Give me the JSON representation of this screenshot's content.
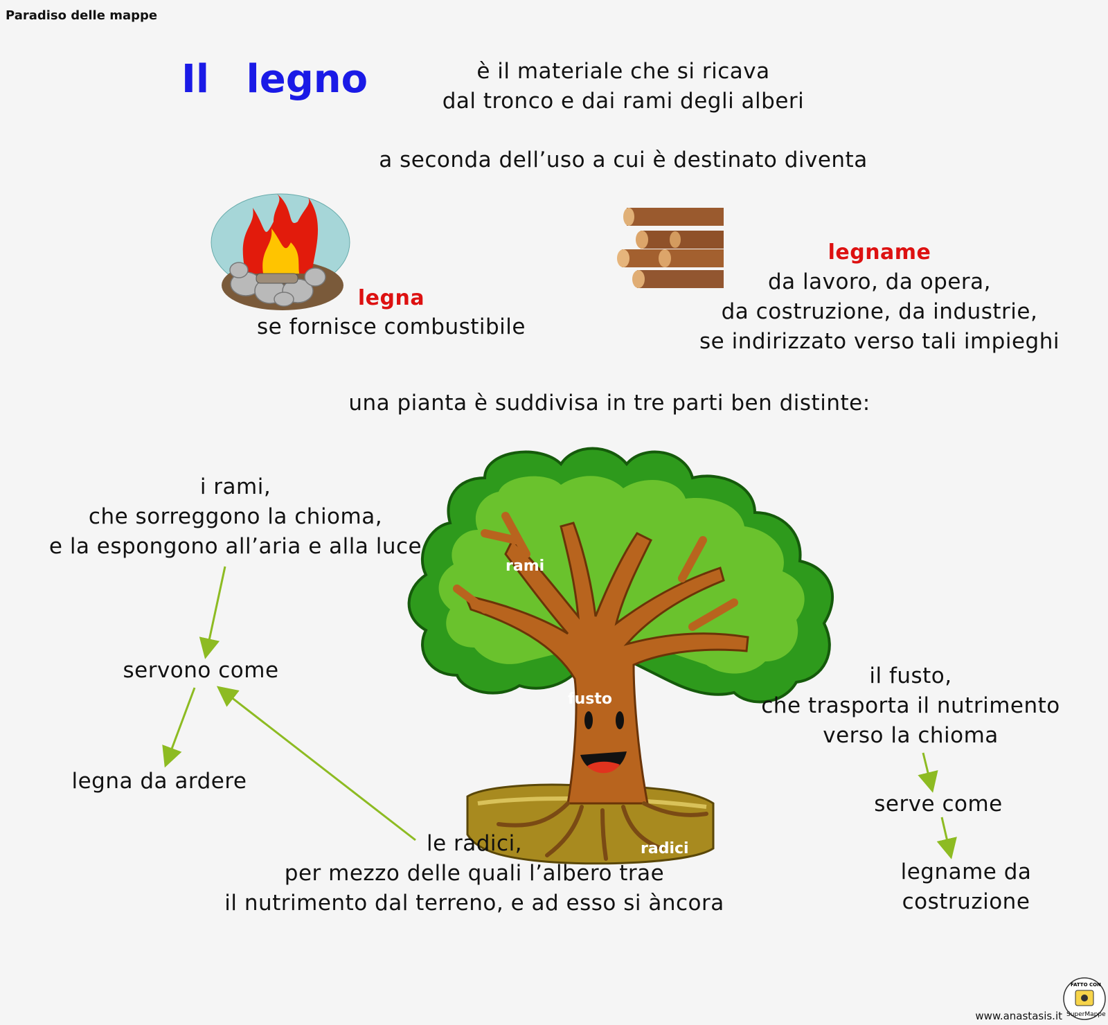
{
  "header_label": "Paradiso delle mappe",
  "title": "Il legno",
  "definition": [
    "è il materiale che si ricava",
    "dal tronco e dai rami degli alberi"
  ],
  "usage_intro": "a seconda dell’uso a cui è destinato diventa",
  "legna": {
    "title": "legna",
    "description": "se fornisce combustibile"
  },
  "legname": {
    "title": "legname",
    "lines": [
      "da lavoro, da opera,",
      "da costruzione, da industrie,",
      "se indirizzato verso tali impieghi"
    ]
  },
  "plant_intro": "una pianta è suddivisa in tre parti ben distinte:",
  "rami": {
    "lines": [
      "i rami,",
      "che sorreggono la chioma,",
      "e la espongono all’aria e alla luce"
    ]
  },
  "servono_come": "servono come",
  "legna_da_ardere": "legna da ardere",
  "radici": {
    "lines": [
      "le radici,",
      "per mezzo delle quali l’albero trae",
      "il nutrimento dal terreno, e ad esso si  àncora"
    ]
  },
  "fusto": {
    "lines": [
      "il fusto,",
      "che trasporta il nutrimento",
      "verso la chioma"
    ]
  },
  "serve_come": "serve come",
  "legname_da_costruzione": [
    "legname da",
    "costruzione"
  ],
  "tree_labels": {
    "rami": "rami",
    "fusto": "fusto",
    "radici": "radici"
  },
  "logo": {
    "top": "FATTO CON",
    "bottom": "SuperMappe"
  },
  "footer_url": "www.anastasis.it",
  "colors": {
    "title": "#1a1ae6",
    "highlight": "#dd1111",
    "arrow": "#8dbb22",
    "foliage": "#2e9a1c",
    "branch": "#b8641e"
  },
  "icons": [
    "campfire-icon",
    "logs-icon",
    "tree-illustration",
    "supermappe-logo"
  ]
}
